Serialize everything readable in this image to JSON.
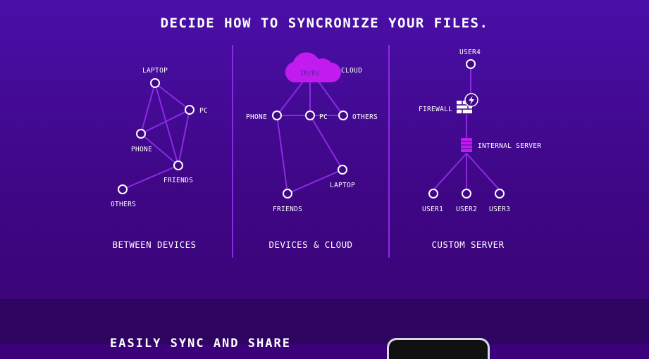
{
  "title": "DECIDE HOW TO SYNCRONIZE YOUR FILES.",
  "panels": [
    {
      "caption": "BETWEEN DEVICES",
      "nodes": {
        "laptop": "LAPTOP",
        "pc": "PC",
        "phone": "PHONE",
        "friends": "FRIENDS",
        "others": "OTHERS"
      }
    },
    {
      "caption": "DEVICES & CLOUD",
      "cloud_region": "IR/EU",
      "nodes": {
        "cloud": "CLOUD",
        "phone": "PHONE",
        "pc": "PC",
        "others": "OTHERS",
        "laptop": "LAPTOP",
        "friends": "FRIENDS"
      }
    },
    {
      "caption": "CUSTOM SERVER",
      "nodes": {
        "user4": "USER4",
        "firewall": "FIREWALL",
        "internal_server": "INTERNAL SERVER",
        "user1": "USER1",
        "user2": "USER2",
        "user3": "USER3"
      }
    }
  ],
  "footer": {
    "heading": "EASILY SYNC AND SHARE"
  },
  "colors": {
    "background": "#3f0787",
    "footer_background": "#2e0461",
    "line": "#8a2be2",
    "cloud": "#c21bf0",
    "server": "#c21bf0",
    "text": "#ffffff"
  },
  "icons": [
    "cloud-icon",
    "firewall-icon",
    "server-icon"
  ]
}
